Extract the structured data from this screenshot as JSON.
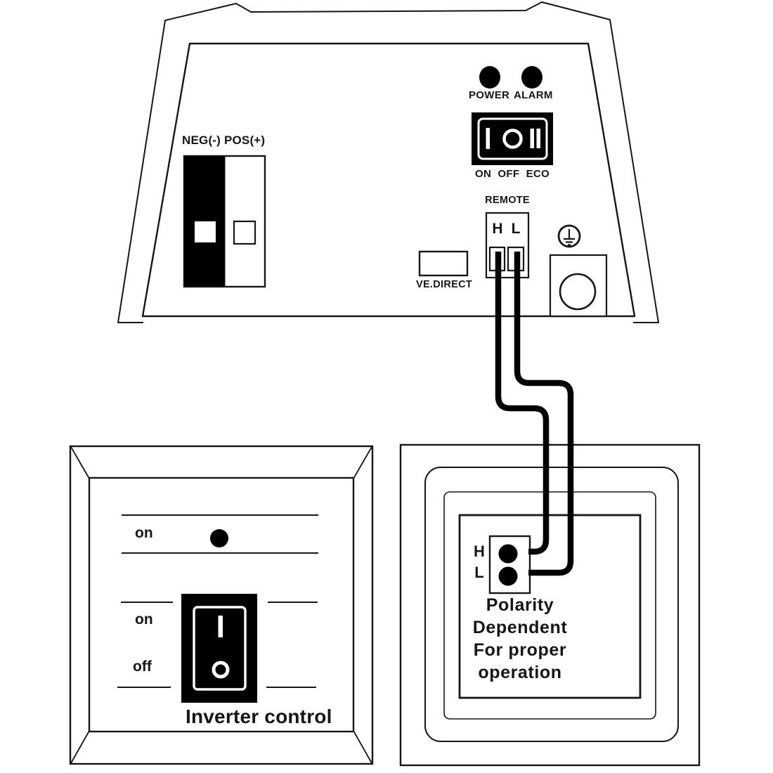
{
  "inverter": {
    "battery_terminals_label": "NEG(-) POS(+)",
    "power_led_label": "POWER",
    "alarm_led_label": "ALARM",
    "main_switch": {
      "on_label": "ON",
      "off_label": "OFF",
      "eco_label": "ECO",
      "on_marking": "I",
      "off_marking": "O",
      "eco_marking": "II"
    },
    "remote_connector": {
      "label": "REMOTE",
      "h_label": "H",
      "l_label": "L"
    },
    "ve_direct_label": "VE.DIRECT"
  },
  "control_panel": {
    "led_label": "on",
    "switch_on_label": "on",
    "switch_off_label": "off",
    "switch_on_marking": "I",
    "switch_off_marking": "O",
    "caption": "Inverter control"
  },
  "remote_panel": {
    "terminal_h_label": "H",
    "terminal_l_label": "L",
    "note_lines": [
      "Polarity",
      "Dependent",
      "For proper",
      "operation"
    ]
  },
  "colors": {
    "ink": "#161616",
    "black_fill": "#000000",
    "wire": "#000000",
    "background": "#ffffff"
  }
}
